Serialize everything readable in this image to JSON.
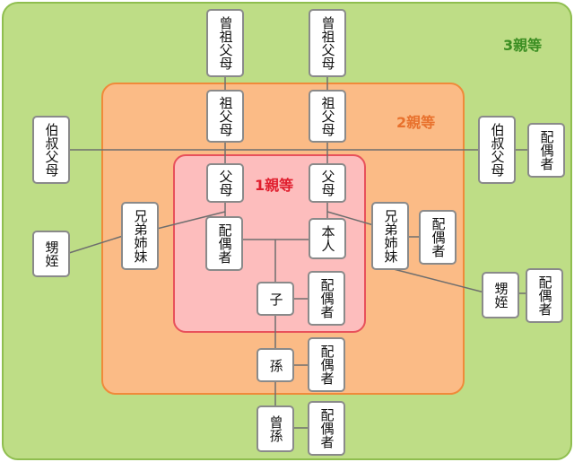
{
  "zones": {
    "third": "3親等",
    "second": "2親等",
    "first": "1親等"
  },
  "relatives": {
    "great_grandparents_left": "曾祖父母",
    "great_grandparents_right": "曾祖父母",
    "grandparents_left": "祖父母",
    "grandparents_right": "祖父母",
    "parents_left": "父母",
    "parents_right": "父母",
    "uncle_aunt_left": "伯叔父母",
    "uncle_aunt_right": "伯叔父母",
    "uncle_aunt_right_spouse": "配偶者",
    "siblings_left": "兄弟姉妹",
    "siblings_right": "兄弟姉妹",
    "siblings_right_spouse": "配偶者",
    "nephew_niece_left": "甥姪",
    "nephew_niece_right": "甥姪",
    "nephew_niece_right_spouse": "配偶者",
    "spouse": "配偶者",
    "self": "本人",
    "child": "子",
    "child_spouse": "配偶者",
    "grandchild": "孫",
    "grandchild_spouse": "配偶者",
    "great_grandchild": "曾孫",
    "great_grandchild_spouse": "配偶者"
  },
  "colors": {
    "zone3_fill": "#bedd86",
    "zone2_fill": "#fbbb86",
    "zone1_fill": "#fdbdbd",
    "zone3_text": "#3b8e22",
    "zone2_text": "#e8712d",
    "zone1_text": "#e01e2e"
  }
}
